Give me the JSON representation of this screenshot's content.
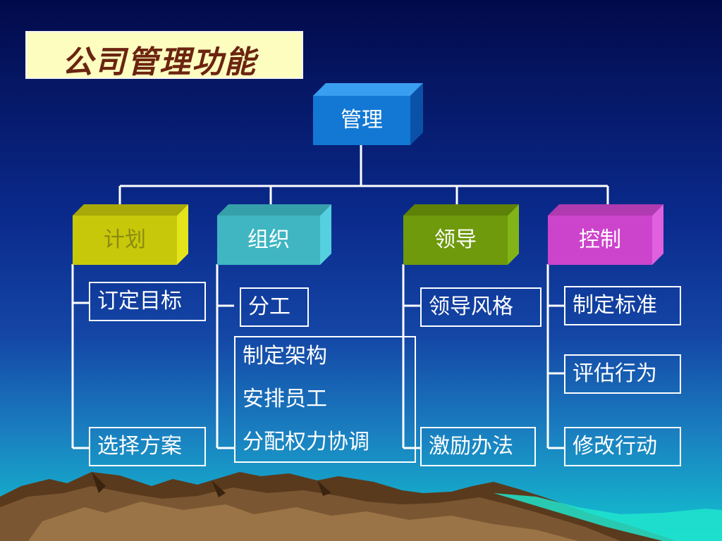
{
  "title": "公司管理功能",
  "root": {
    "label": "管理",
    "colors": {
      "front": "#1278d4",
      "top": "#3a9ef0",
      "side": "#0a52a8"
    }
  },
  "branches": [
    {
      "id": "plan",
      "label": "计划",
      "label_color": "#8a8a10",
      "colors": {
        "front": "#c8c80a",
        "top": "#a8a808",
        "side": "#e4e41c"
      },
      "items": [
        "订定目标",
        "选择方案"
      ]
    },
    {
      "id": "organize",
      "label": "组织",
      "label_color": "#ffffff",
      "colors": {
        "front": "#3fb6c2",
        "top": "#36a0aa",
        "side": "#54d0de"
      },
      "items": [
        "分工"
      ],
      "group": [
        "制定架构",
        "安排员工",
        "分配权力协调"
      ]
    },
    {
      "id": "lead",
      "label": "领导",
      "label_color": "#ffffff",
      "colors": {
        "front": "#6e9a0c",
        "top": "#5e8208",
        "side": "#82b418"
      },
      "items": [
        "领导风格",
        "激励办法"
      ]
    },
    {
      "id": "control",
      "label": "控制",
      "label_color": "#ffffff",
      "colors": {
        "front": "#cc44cc",
        "top": "#b03ab0",
        "side": "#e060e0"
      },
      "items": [
        "制定标准",
        "评估行为",
        "修改行动"
      ]
    }
  ],
  "line_color": "#ffffff"
}
